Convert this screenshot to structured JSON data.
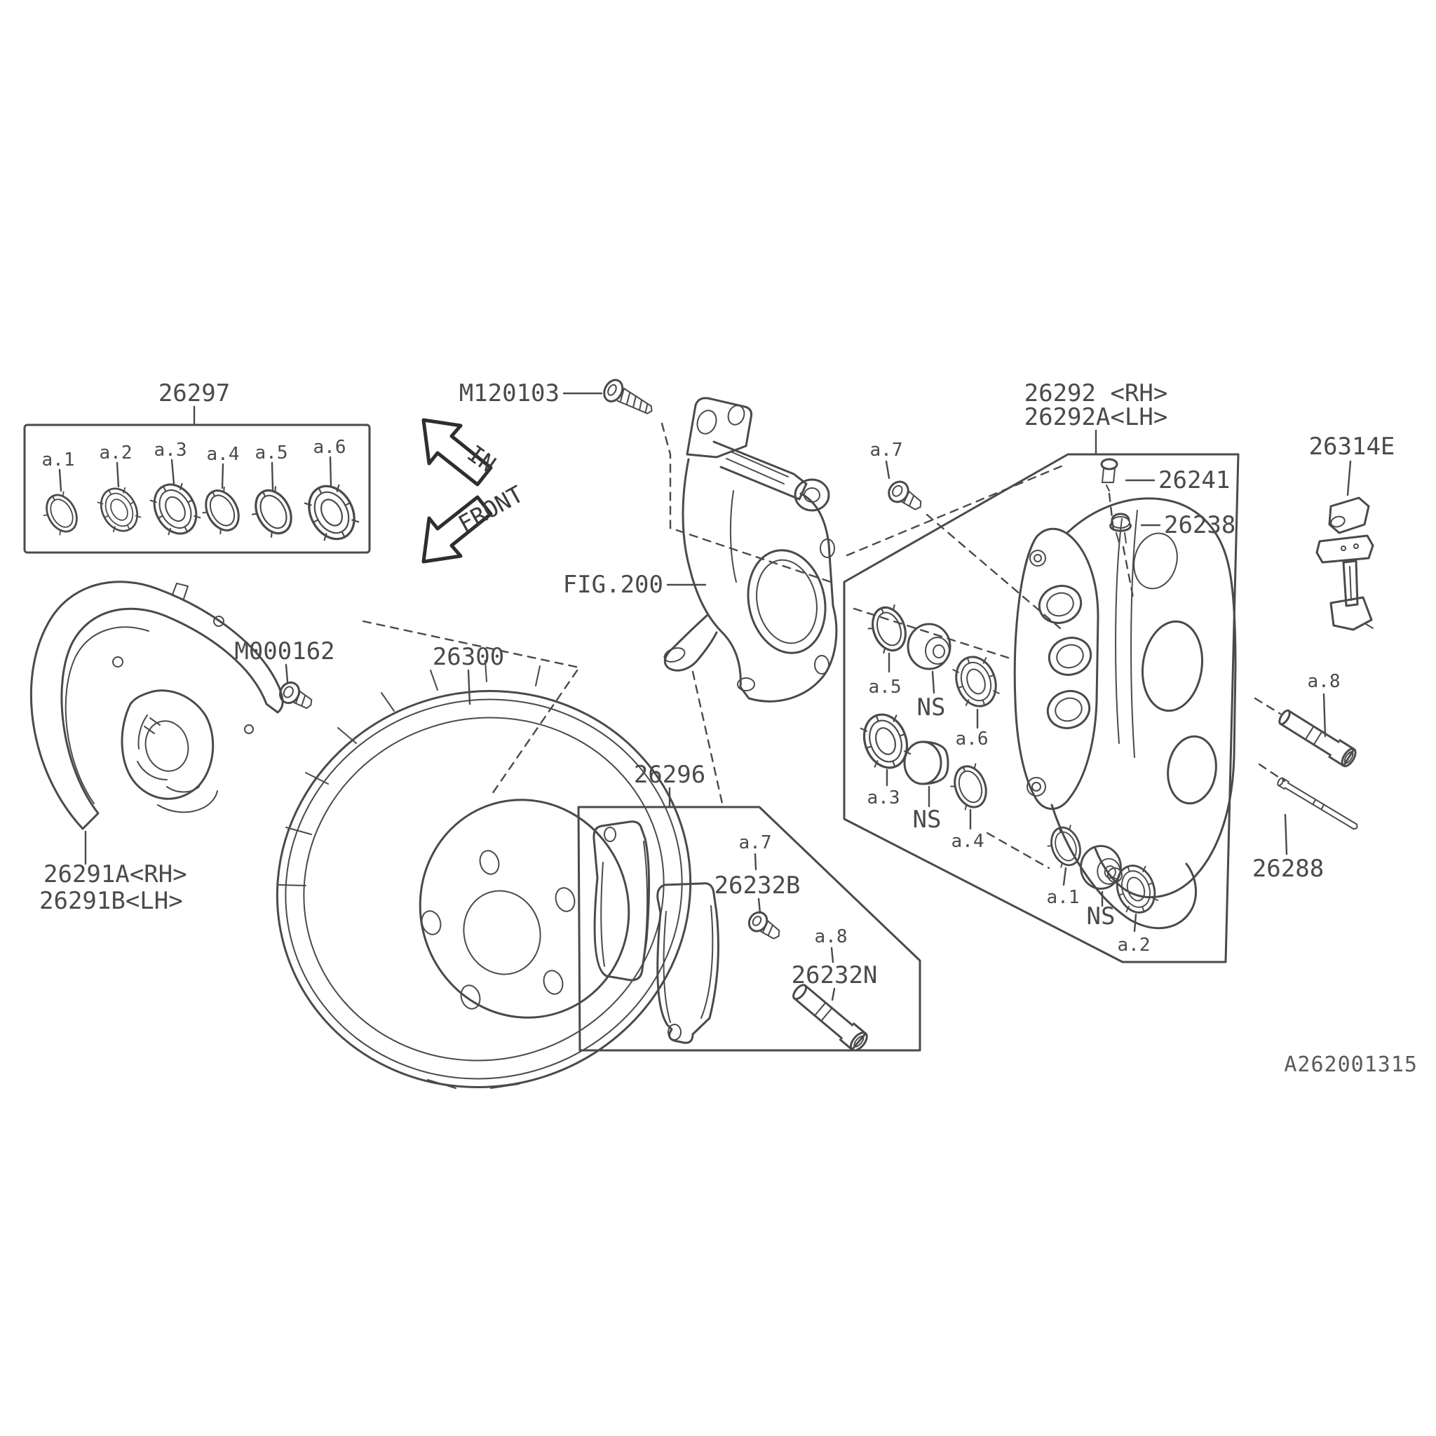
{
  "diagram": {
    "code": "A262001315",
    "figure_ref": "FIG.200",
    "orientation": {
      "in": "IN",
      "front": "FRONT"
    }
  },
  "parts": {
    "seal_kit": {
      "label": "26297"
    },
    "knuckle_bolt": {
      "label": "M120103"
    },
    "caliper": {
      "label_rh": "26292 <RH>",
      "label_lh": "26292A<LH>"
    },
    "bleeder_screw": {
      "label": "26241"
    },
    "bleeder_cap": {
      "label": "26238"
    },
    "pad_clip": {
      "label": "26314E"
    },
    "rotor": {
      "label": "26300"
    },
    "shield_bolt": {
      "label": "M000162"
    },
    "splash_shield": {
      "label_rh": "26291A<RH>",
      "label_lh": "26291B<LH>"
    },
    "pad_kit": {
      "label": "26296"
    },
    "lock_bolt": {
      "label": "26232B"
    },
    "guide_pin_bolt": {
      "label": "26232N"
    },
    "pad_pin": {
      "label": "26288"
    }
  },
  "callouts": {
    "a1": "a.1",
    "a2": "a.2",
    "a3": "a.3",
    "a4": "a.4",
    "a5": "a.5",
    "a6": "a.6",
    "a7": "a.7",
    "a8": "a.8",
    "ns": "NS"
  }
}
